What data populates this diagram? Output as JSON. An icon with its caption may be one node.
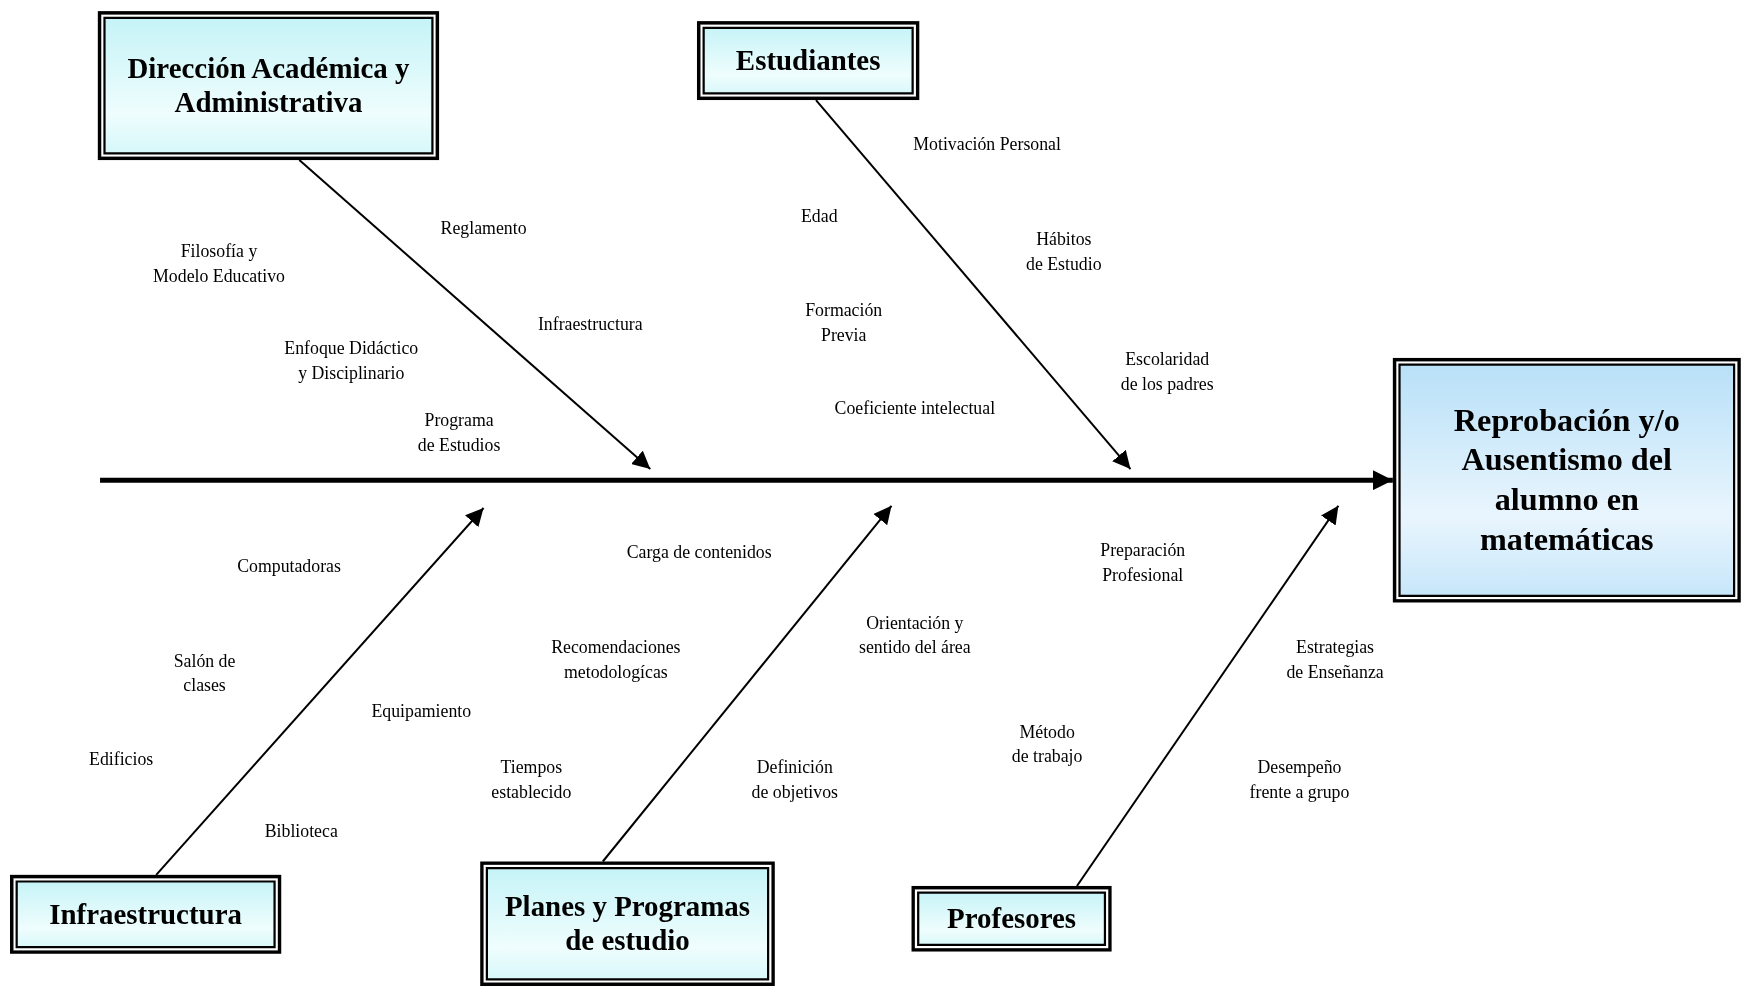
{
  "diagram": {
    "nodes": [
      {
        "text": [
          "Dirección Académica y Administrativa"
        ]
      },
      {
        "text": [
          "Estudiantes"
        ]
      },
      {
        "text": [
          "Reprobación y/o Ausentismo del alumno en matemáticas"
        ]
      },
      {
        "text": [
          "Infraestructura"
        ]
      },
      {
        "text": [
          "Planes y Programas de estudio"
        ]
      },
      {
        "text": [
          "Profesores"
        ]
      }
    ],
    "edges": [
      {
        "from": 0,
        "to": null,
        "arrow": "to"
      },
      {
        "from": 1,
        "to": null,
        "arrow": "to"
      },
      {
        "from": 3,
        "to": null,
        "arrow": "to"
      },
      {
        "from": 4,
        "to": null,
        "arrow": "to"
      },
      {
        "from": 5,
        "to": null,
        "arrow": "to"
      },
      {
        "from": null,
        "to": 2,
        "arrow": "to",
        "style": "thick"
      }
    ],
    "labels": [
      "Motivación Personal",
      "Reglamento",
      "Edad",
      "Hábitos de Estudio",
      "Filosofía y Modelo Educativo",
      "Infraestructura",
      "Formación Previa",
      "Enfoque Didáctico y Disciplinario",
      "Escolaridad de los padres",
      "Coeficiente intelectual",
      "Programa de Estudios",
      "Carga de contenidos",
      "Preparación Profesional",
      "Computadoras",
      "Orientación y sentido del área",
      "Recomendaciones metodologícas",
      "Estrategias de Enseñanza",
      "Salón de clases",
      "Equipamiento",
      "Método de trabajo",
      "Edificios",
      "Tiempos establecido",
      "Definición de objetivos",
      "Desempeño frente a grupo",
      "Biblioteca"
    ]
  }
}
